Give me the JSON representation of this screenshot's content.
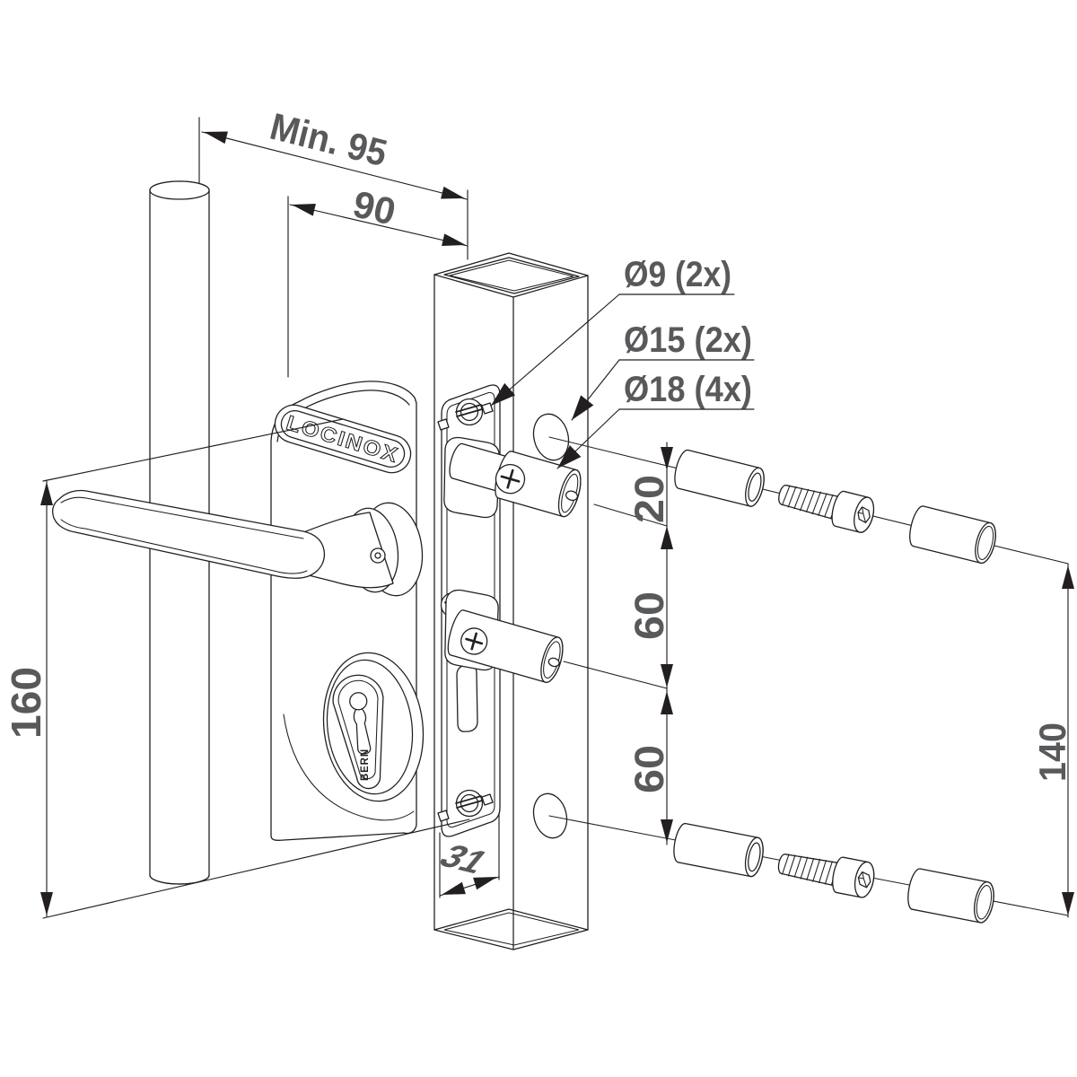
{
  "page": {
    "background": "#ffffff"
  },
  "drawing": {
    "type": "technical-installation-diagram",
    "brand_badge": "LOCINOX",
    "cylinder_label": "BERN",
    "colors": {
      "line": "#231f20",
      "dimension_text": "#58595b",
      "background": "#ffffff"
    },
    "dimensions": {
      "min_post_distance": "Min. 95",
      "lock_width": "90",
      "lock_height": "160",
      "offset_top": "20",
      "spacing_upper": "60",
      "spacing_lower": "60",
      "bolt_spacing": "140",
      "profile_width": "31"
    },
    "hole_labels": {
      "d9": "Ø9 (2x)",
      "d15": "Ø15 (2x)",
      "d18": "Ø18 (4x)"
    }
  }
}
